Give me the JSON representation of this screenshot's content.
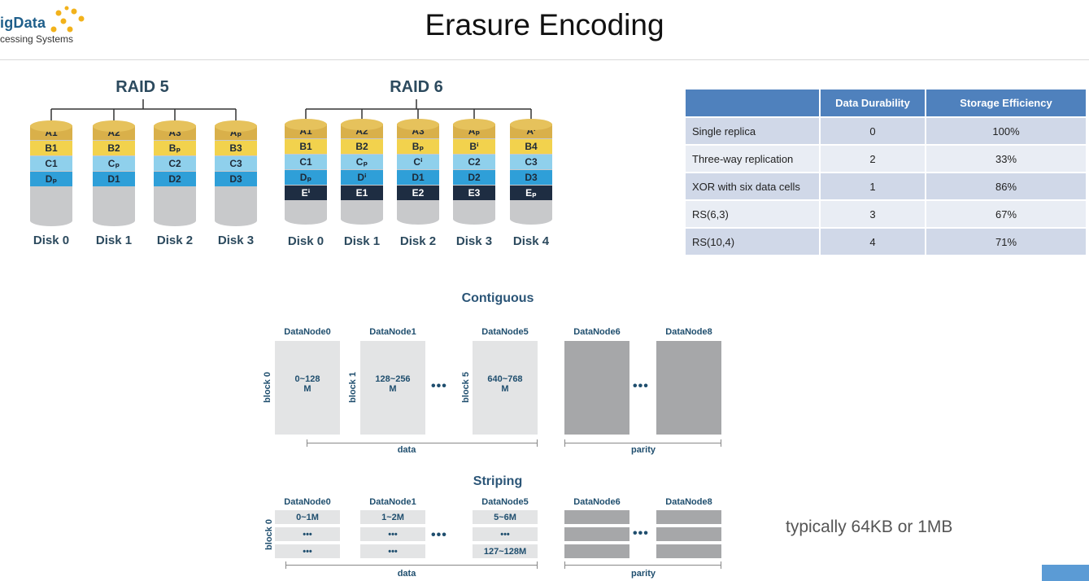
{
  "header": {
    "logo_text": "igData",
    "logo_sub": "cessing Systems",
    "title": "Erasure Encoding"
  },
  "raid5": {
    "title": "RAID 5",
    "disks": [
      {
        "label": "Disk 0",
        "cells": [
          "A1",
          "B1",
          "C1",
          "Dₚ"
        ]
      },
      {
        "label": "Disk 1",
        "cells": [
          "A2",
          "B2",
          "Cₚ",
          "D1"
        ]
      },
      {
        "label": "Disk 2",
        "cells": [
          "A3",
          "Bₚ",
          "C2",
          "D2"
        ]
      },
      {
        "label": "Disk 3",
        "cells": [
          "Aₚ",
          "B3",
          "C3",
          "D3"
        ]
      }
    ]
  },
  "raid6": {
    "title": "RAID 6",
    "disks": [
      {
        "label": "Disk 0",
        "cells": [
          "A1",
          "B1",
          "C1",
          "Dₚ",
          "Eⁱ"
        ]
      },
      {
        "label": "Disk 1",
        "cells": [
          "A2",
          "B2",
          "Cₚ",
          "Dⁱ",
          "E1"
        ]
      },
      {
        "label": "Disk 2",
        "cells": [
          "A3",
          "Bₚ",
          "Cⁱ",
          "D1",
          "E2"
        ]
      },
      {
        "label": "Disk 3",
        "cells": [
          "Aₚ",
          "Bⁱ",
          "C2",
          "D2",
          "E3"
        ]
      },
      {
        "label": "Disk 4",
        "cells": [
          "Aⁱ",
          "B4",
          "C3",
          "D3",
          "Eₚ"
        ]
      }
    ]
  },
  "colors": {
    "row_a": "#d9b04a",
    "row_b": "#f2d24d",
    "row_c": "#8fd0ec",
    "row_d": "#2f9fd8",
    "row_e": "#1e2d42",
    "table_header": "#4f81bd",
    "parity_block": "#a6a7a9",
    "data_block": "#e3e4e5"
  },
  "table": {
    "headers": [
      "",
      "Data Durability",
      "Storage Efficiency"
    ],
    "rows": [
      [
        "Single replica",
        "0",
        "100%"
      ],
      [
        "Three-way replication",
        "2",
        "33%"
      ],
      [
        "XOR with six data cells",
        "1",
        "86%"
      ],
      [
        "RS(6,3)",
        "3",
        "67%"
      ],
      [
        "RS(10,4)",
        "4",
        "71%"
      ]
    ]
  },
  "contiguous": {
    "title": "Contiguous",
    "nodes": [
      "DataNode0",
      "DataNode1",
      "DataNode5",
      "DataNode6",
      "DataNode8"
    ],
    "blocks": [
      {
        "label": "block 0",
        "range": "0~128\nM"
      },
      {
        "label": "block 1",
        "range": "128~256\nM"
      },
      {
        "label": "block 5",
        "range": "640~768\nM"
      }
    ],
    "data_label": "data",
    "parity_label": "parity",
    "dots": "•••"
  },
  "striping": {
    "title": "Striping",
    "nodes": [
      "DataNode0",
      "DataNode1",
      "DataNode5",
      "DataNode6",
      "DataNode8"
    ],
    "block_label": "block 0",
    "cells": [
      [
        "0~1M",
        "•••",
        "•••"
      ],
      [
        "1~2M",
        "•••",
        "•••"
      ],
      [
        "5~6M",
        "•••",
        "127~128M"
      ]
    ],
    "data_label": "data",
    "parity_label": "parity",
    "dots": "•••"
  },
  "note": "typically 64KB or 1MB"
}
